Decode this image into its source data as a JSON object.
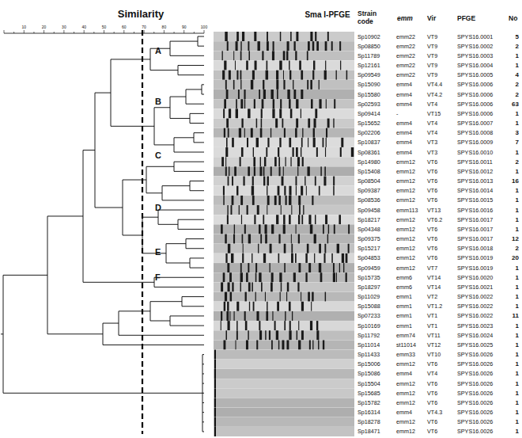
{
  "diagram": {
    "labels": [
      "Similarity",
      "10",
      "20",
      "30",
      "40",
      "50",
      "60",
      "70",
      "80",
      "90",
      "100",
      "Sma I-PFGE",
      "Strain code",
      "emm",
      "Vir",
      "PFGE",
      "No",
      "A",
      "B",
      "C",
      "D",
      "E",
      "F",
      "Sp10902",
      "emm22",
      "VT9",
      "SPYS16.0001",
      "5",
      "Sp08850",
      "emm22",
      "VT9",
      "SPYS16.0002",
      "2",
      "Sp11789",
      "emm22",
      "VT9",
      "SPYS16.0003",
      "1",
      "Sp12161",
      "emm22",
      "VT9",
      "SPYS16.0004",
      "1",
      "Sp09549",
      "emm22",
      "VT9",
      "SPYS16.0005",
      "4",
      "Sp15090",
      "emm4",
      "VT4.4",
      "SPYS16.0006",
      "2",
      "Sp15580",
      "emm4",
      "VT4.2",
      "SPYS16.0006",
      "2",
      "Sp02593",
      "emm4",
      "VT4",
      "SPYS16.0006",
      "63",
      "Sp09414",
      "-",
      "VT15",
      "SPYS16.0006",
      "1",
      "Sp15652",
      "emm4",
      "VT4",
      "SPYS16.0007",
      "1",
      "Sp02206",
      "emm4",
      "VT4",
      "SPYS16.0008",
      "3",
      "Sp10837",
      "emm4",
      "VT3",
      "SPYS16.0009",
      "7",
      "Sp08361",
      "emm4",
      "VT3",
      "SPYS16.0010",
      "1",
      "Sp14980",
      "emm12",
      "VT6",
      "SPYS16.0011",
      "2",
      "Sp15408",
      "emm12",
      "VT6",
      "SPYS16.0012",
      "1",
      "Sp08504",
      "emm12",
      "VT6",
      "SPYS16.0013",
      "16",
      "Sp09387",
      "emm12",
      "VT6",
      "SPYS16.0014",
      "1",
      "Sp08536",
      "emm12",
      "VT6",
      "SPYS16.0015",
      "1",
      "Sp09458",
      "emm113",
      "VT13",
      "SPYS16.0016",
      "1",
      "Sp18217",
      "emm12",
      "VT6.2",
      "SPYS16.0017",
      "1",
      "Sp04348",
      "emm12",
      "VT6",
      "SPYS16.0017",
      "1",
      "Sp09375",
      "emm12",
      "VT6",
      "SPYS16.0017",
      "12",
      "Sp15217",
      "emm12",
      "VT6",
      "SPYS16.0018",
      "2",
      "Sp04853",
      "emm12",
      "VT6",
      "SPYS16.0019",
      "20",
      "Sp09459",
      "emm12",
      "VT7",
      "SPYS16.0019",
      "1",
      "Sp15735",
      "emm6",
      "VT14",
      "SPYS16.0020",
      "1",
      "Sp18297",
      "emm6",
      "VT14",
      "SPYS16.0021",
      "1",
      "Sp11029",
      "emm1",
      "VT2",
      "SPYS16.0022",
      "1",
      "Sp15088",
      "emm1",
      "VT1.2",
      "SPYS16.0022",
      "1",
      "Sp07233",
      "emm1",
      "VT1",
      "SPYS16.0022",
      "11",
      "Sp10169",
      "emm1",
      "VT1",
      "SPYS16.0023",
      "1",
      "Sp11792",
      "emm74",
      "VT11",
      "SPYS16.0024",
      "1",
      "Sp11014",
      "st11014",
      "VT12",
      "SPYS16.0025",
      "1",
      "Sp11433",
      "emm33",
      "VT10",
      "SPYS16.0026",
      "1",
      "Sp15006",
      "emm12",
      "VT6",
      "SPYS16.0026",
      "1",
      "Sp15086",
      "emm4",
      "VT4",
      "SPYS16.0026",
      "1",
      "Sp15504",
      "emm12",
      "VT6",
      "SPYS16.0026",
      "1",
      "Sp15685",
      "emm12",
      "VT6",
      "SPYS16.0026",
      "1",
      "Sp15782",
      "emm12",
      "VT6",
      "SPYS16.0026",
      "1",
      "Sp16314",
      "emm4",
      "VT4.3",
      "SPYS16.0026",
      "1",
      "Sp18278",
      "emm12",
      "VT6",
      "SPYS16.0026",
      "1",
      "Sp18471",
      "emm12",
      "VT6",
      "SPYS16.0026",
      "1"
    ]
  }
}
